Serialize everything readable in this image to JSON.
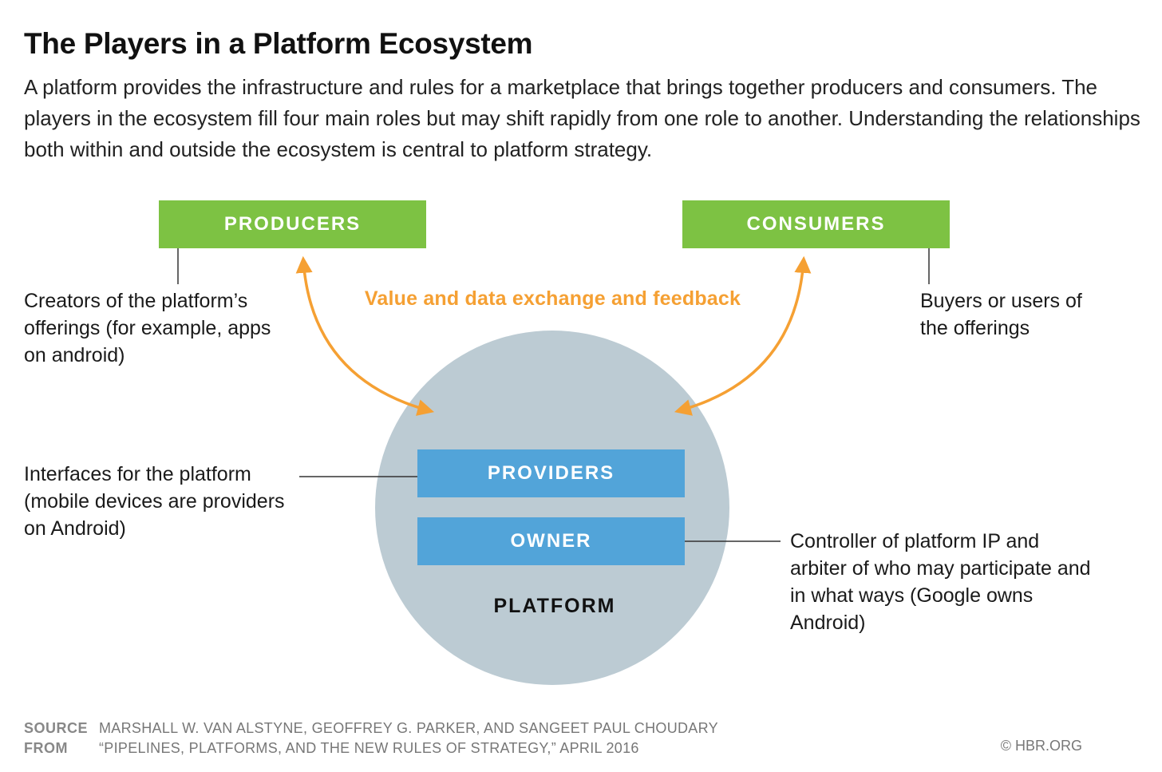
{
  "header": {
    "title": "The Players in a Platform Ecosystem",
    "subtitle": "A platform provides the infrastructure and rules for a marketplace that brings together producers and consumers. The players in the ecosystem fill four main roles but may shift rapidly from one role to another. Understanding the relationships both within and outside the ecosystem is central to platform strategy."
  },
  "diagram": {
    "producers": {
      "label": "PRODUCERS",
      "description": "Creators of the platform’s offerings (for example, apps on android)"
    },
    "consumers": {
      "label": "CONSUMERS",
      "description": "Buyers or users of the offerings"
    },
    "exchange_label": "Value and data exchange and feedback",
    "providers": {
      "label": "PROVIDERS",
      "description": "Interfaces for the platform (mobile devices are providers on Android)"
    },
    "owner": {
      "label": "OWNER",
      "description": "Controller of platform IP and arbiter of who may participate and in what ways (Google owns Android)"
    },
    "platform_label": "PLATFORM"
  },
  "footer": {
    "source_key": "SOURCE",
    "source_value": "Marshall W. Van Alstyne, Geoffrey G. Parker, and Sangeet Paul Choudary",
    "from_key": "FROM",
    "from_value": "“Pipelines, Platforms, and the New Rules of Strategy,” April 2016",
    "copyright": "© HBR.ORG"
  },
  "colors": {
    "green_box": "#7dc243",
    "blue_box": "#52a4d9",
    "platform_circle": "#bccbd3",
    "arrow_orange": "#f5a033",
    "leader_line": "#333333"
  }
}
